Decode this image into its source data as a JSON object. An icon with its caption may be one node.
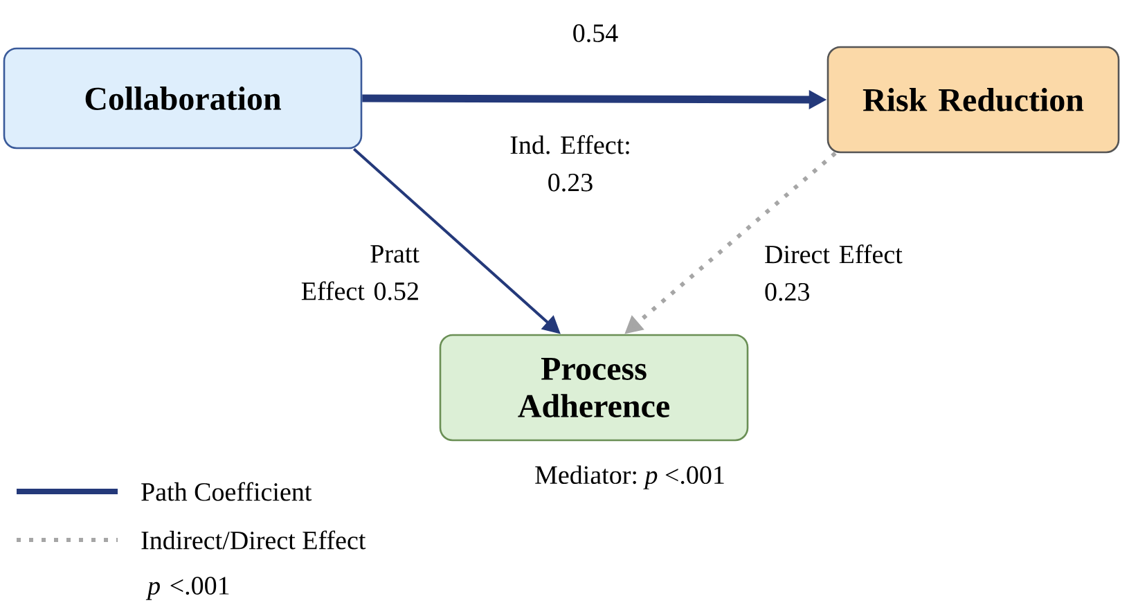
{
  "diagram": {
    "nodes": [
      {
        "text": [
          "Collaboration"
        ]
      },
      {
        "text": [
          "Risk Reduction"
        ]
      },
      {
        "text": [
          "Process Adherence"
        ],
        "beside": [
          "Mediator: *p* <.001"
        ]
      }
    ],
    "edges": [
      {
        "from": 0,
        "to": 1,
        "arrow": "to",
        "label": "0.54",
        "style": "thick"
      },
      {
        "from": 0,
        "to": 2,
        "arrow": "to",
        "label": "Pratt Effect 0.52"
      },
      {
        "from": 1,
        "to": 2,
        "arrow": "to",
        "label": "Direct Effect 0.23",
        "style": "dashed",
        "color": "#a6a6a6"
      }
    ],
    "labels": [
      "Ind. Effect: 0.23",
      "*p* <.001"
    ],
    "legend": [
      {
        "text": "Path Coefficient"
      },
      {
        "text": "Indirect/Direct Effect"
      }
    ]
  }
}
